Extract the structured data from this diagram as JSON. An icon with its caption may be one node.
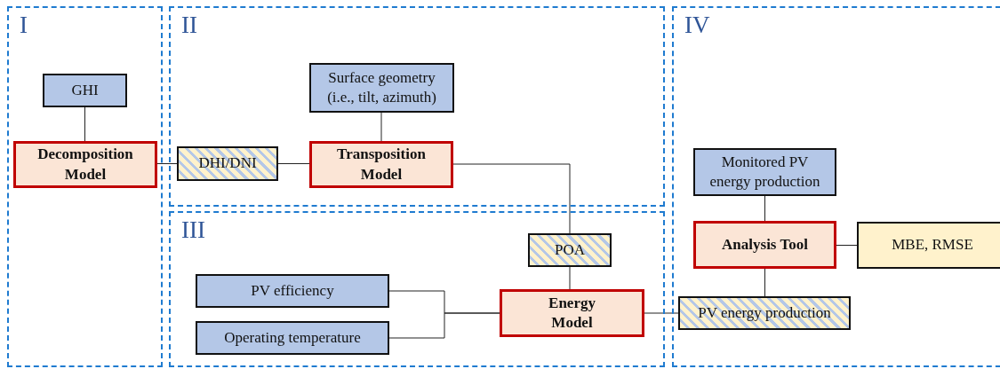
{
  "diagram": {
    "nodes": [
      {
        "text": [
          "I"
        ]
      },
      {
        "text": [
          "GHI"
        ],
        "in": 0
      },
      {
        "text": [
          "Decomposition Model"
        ],
        "in": 0
      },
      {
        "text": [
          "II"
        ]
      },
      {
        "text": [
          "Surface geometry (i.e., tilt, azimuth)"
        ],
        "in": 3
      },
      {
        "text": [
          "DHI/DNI"
        ],
        "in": 3
      },
      {
        "text": [
          "Transposition Model"
        ],
        "in": 3
      },
      {
        "text": [
          "III"
        ]
      },
      {
        "text": [
          "POA"
        ],
        "in": 7
      },
      {
        "text": [
          "PV efficiency"
        ],
        "in": 7
      },
      {
        "text": [
          "Operating temperature"
        ],
        "in": 7
      },
      {
        "text": [
          "Energy Model"
        ],
        "in": 7
      },
      {
        "text": [
          "IV"
        ]
      },
      {
        "text": [
          "Monitored PV energy production"
        ],
        "in": 12
      },
      {
        "text": [
          "Analysis Tool"
        ],
        "in": 12
      },
      {
        "text": [
          "MBE, RMSE"
        ],
        "in": 12
      },
      {
        "text": [
          "PV energy production"
        ],
        "in": 12
      }
    ],
    "edges": [
      {
        "from": 1,
        "to": 2,
        "arrow": "none"
      },
      {
        "from": 2,
        "to": 5,
        "arrow": "none"
      },
      {
        "from": 5,
        "to": 6,
        "arrow": "none"
      },
      {
        "from": 4,
        "to": 6,
        "arrow": "none"
      },
      {
        "from": 6,
        "to": 8,
        "arrow": "none"
      },
      {
        "from": 8,
        "to": 11,
        "arrow": "none"
      },
      {
        "from": 9,
        "to": 11,
        "arrow": "none"
      },
      {
        "from": 10,
        "to": 11,
        "arrow": "none"
      },
      {
        "from": 11,
        "to": 16,
        "arrow": "none"
      },
      {
        "from": 16,
        "to": 14,
        "arrow": "none"
      },
      {
        "from": 13,
        "to": 14,
        "arrow": "none"
      },
      {
        "from": 14,
        "to": 15,
        "arrow": "none"
      }
    ]
  }
}
